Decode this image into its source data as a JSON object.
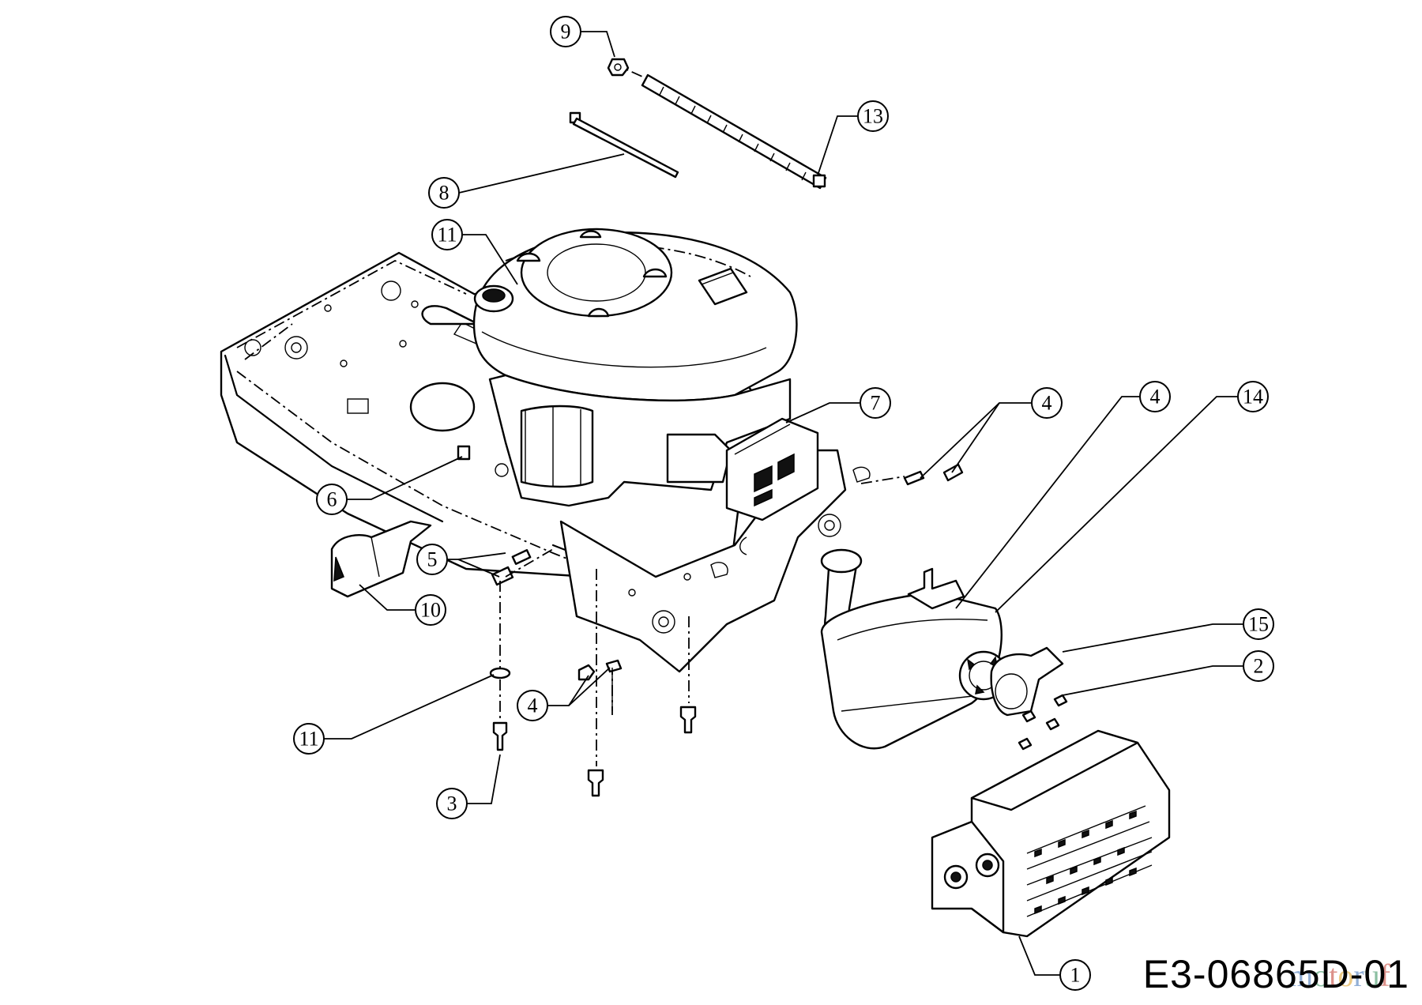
{
  "drawing_number": "E3-06865D-01",
  "watermark": "motoruf",
  "callouts": [
    {
      "label": "9"
    },
    {
      "label": "13"
    },
    {
      "label": "8"
    },
    {
      "label": "11"
    },
    {
      "label": "7"
    },
    {
      "label": "4"
    },
    {
      "label": "4"
    },
    {
      "label": "14"
    },
    {
      "label": "6"
    },
    {
      "label": "5"
    },
    {
      "label": "10"
    },
    {
      "label": "15"
    },
    {
      "label": "2"
    },
    {
      "label": "4"
    },
    {
      "label": "11"
    },
    {
      "label": "3"
    },
    {
      "label": "1"
    }
  ]
}
